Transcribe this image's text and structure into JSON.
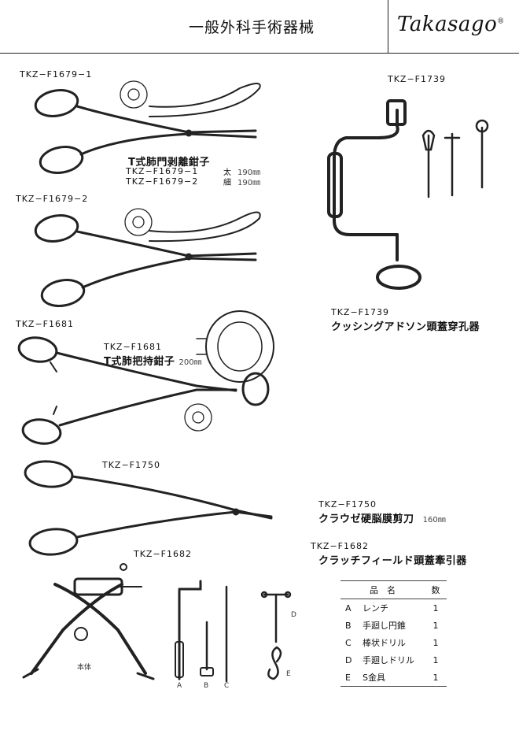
{
  "header": {
    "title": "一般外科手術器械",
    "brand": "Takasago",
    "brand_mark": "®"
  },
  "products": {
    "f1679_1": {
      "code": "TKZ−F1679−1"
    },
    "f1679_2": {
      "code": "TKZ−F1679−2"
    },
    "f1679": {
      "name": "T式肺門剥離鉗子",
      "variants": [
        {
          "code": "TKZ−F1679−1",
          "type": "太",
          "size": "190㎜"
        },
        {
          "code": "TKZ−F1679−2",
          "type": "細",
          "size": "190㎜"
        }
      ]
    },
    "f1681": {
      "code": "TKZ−F1681",
      "name": "T式肺把持鉗子",
      "size": "200㎜"
    },
    "f1739": {
      "code": "TKZ−F1739",
      "name": "クッシングアドソン頭蓋穿孔器"
    },
    "f1750": {
      "code": "TKZ−F1750",
      "name": "クラウゼ硬脳膜剪刀",
      "size": "160㎜"
    },
    "f1682": {
      "code": "TKZ−F1682",
      "name": "クラッチフィールド頭蓋牽引器",
      "body_label": "本体",
      "part_letters": [
        "A",
        "B",
        "C",
        "D",
        "E"
      ]
    }
  },
  "parts_table": {
    "headers": [
      "品　名",
      "数"
    ],
    "rows": [
      {
        "key": "A",
        "name": "レンチ",
        "qty": "1"
      },
      {
        "key": "B",
        "name": "手廻し円錐",
        "qty": "1"
      },
      {
        "key": "C",
        "name": "棒状ドリル",
        "qty": "1"
      },
      {
        "key": "D",
        "name": "手廻しドリル",
        "qty": "1"
      },
      {
        "key": "E",
        "name": "S金具",
        "qty": "1"
      }
    ]
  }
}
